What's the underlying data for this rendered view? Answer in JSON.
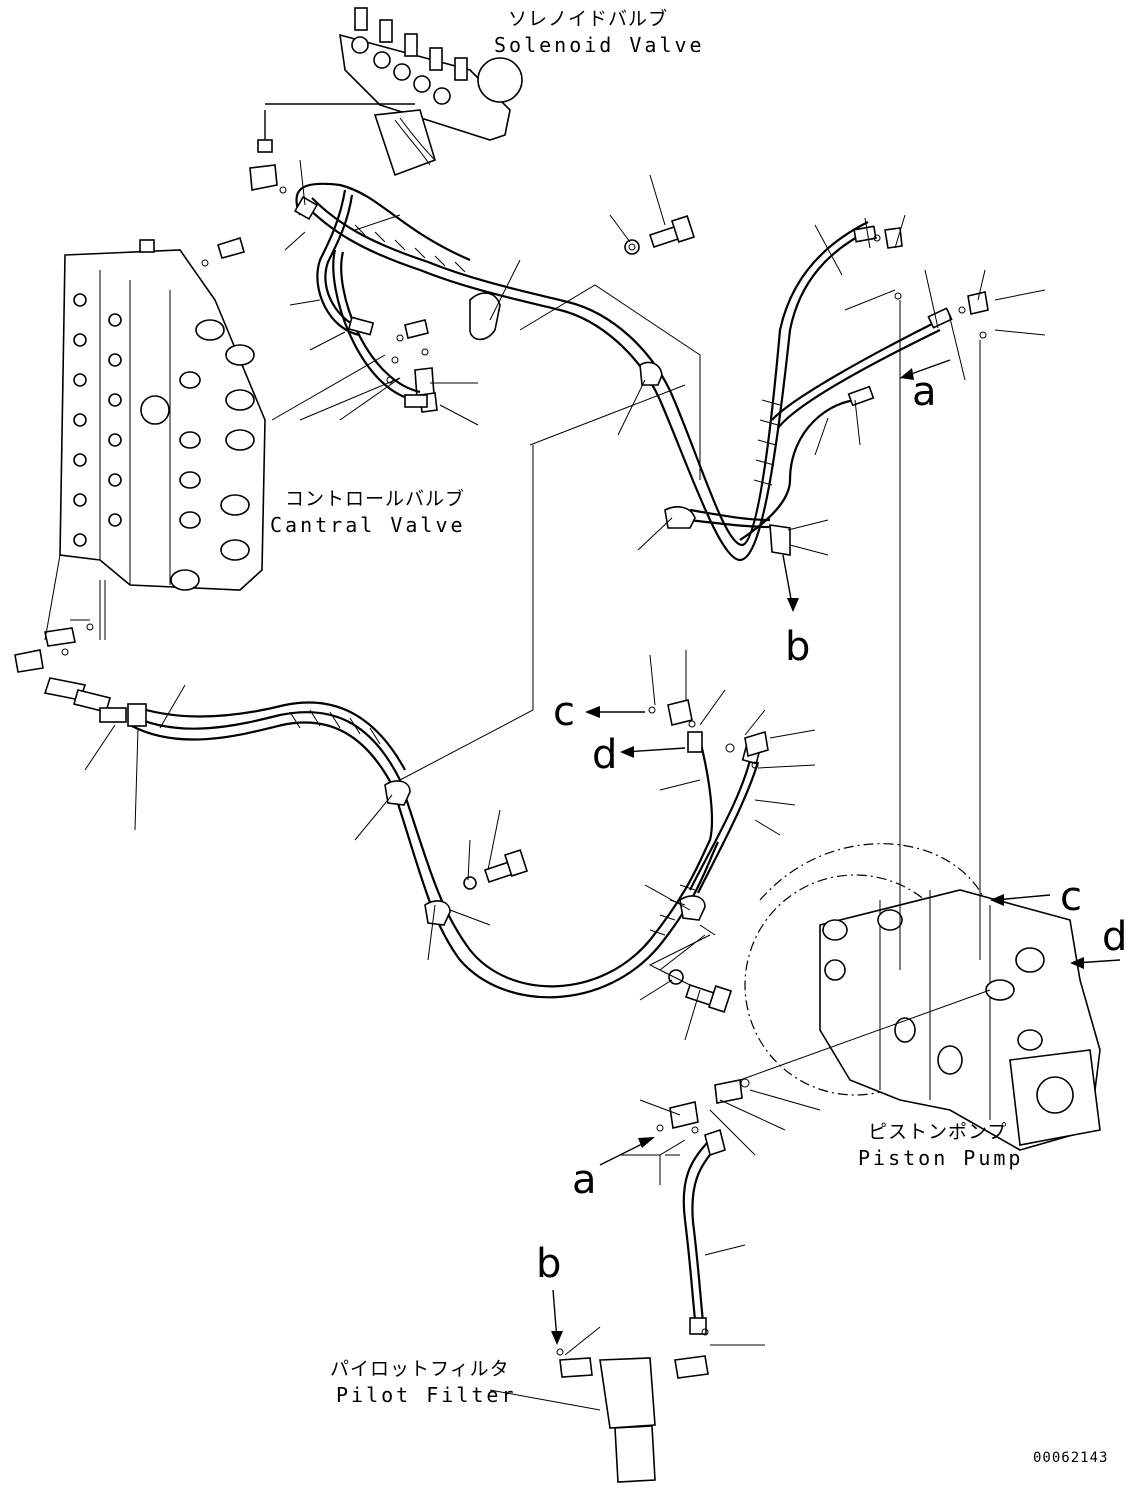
{
  "labels": {
    "solenoid_valve": {
      "jp": "ソレノイドバルブ",
      "en": "Solenoid Valve"
    },
    "control_valve": {
      "jp": "コントロールバルブ",
      "en": "Cantral Valve"
    },
    "piston_pump": {
      "jp": "ピストンポンプ",
      "en": "Piston Pump"
    },
    "pilot_filter": {
      "jp": "パイロットフィルタ",
      "en": "Pilot Filter"
    }
  },
  "callouts": {
    "a": "a",
    "b": "b",
    "c": "c",
    "d": "d"
  },
  "drawing_number": "00062143"
}
